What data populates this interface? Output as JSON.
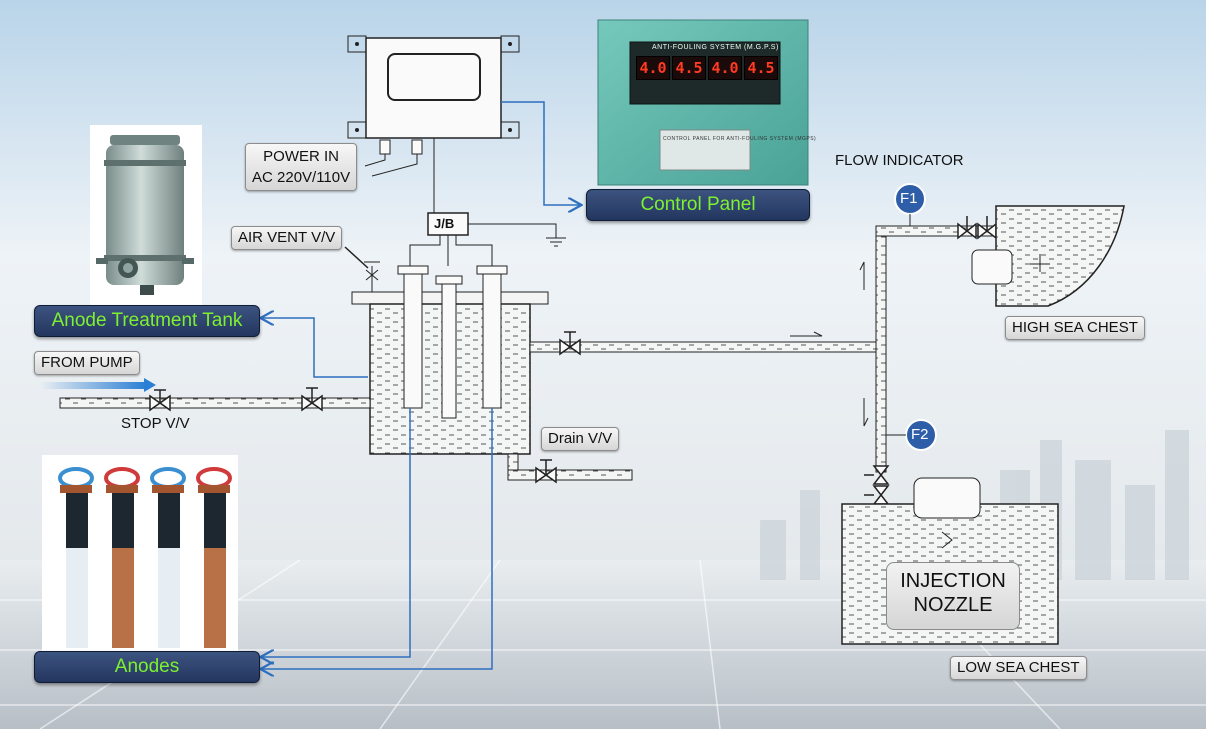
{
  "labels": {
    "power_in_line1": "POWER IN",
    "power_in_line2": "AC 220V/110V",
    "control_panel": "Control Panel",
    "panel_title": "ANTI-FOULING SYSTEM (M.G.P.S)",
    "panel_nameplate": "CONTROL PANEL FOR ANTI-FOULING SYSTEM (MGPS)",
    "junction_box": "J/B",
    "air_vent": "AIR VENT V/V",
    "anode_treatment_tank": "Anode Treatment Tank",
    "from_pump": "FROM PUMP",
    "stop_valve": "STOP V/V",
    "drain_valve": "Drain V/V",
    "flow_indicator": "FLOW INDICATOR",
    "high_sea_chest": "HIGH SEA CHEST",
    "low_sea_chest": "LOW SEA CHEST",
    "injection_nozzle_line1": "INJECTION",
    "injection_nozzle_line2": "NOZZLE",
    "anodes": "Anodes",
    "f1": "F1",
    "f2": "F2"
  },
  "panel_displays": [
    "4.0",
    "4.5",
    "4.0",
    "4.5"
  ],
  "colors": {
    "label_green": "#7df030",
    "navy": "#22365e",
    "connector_blue": "#2e6fbf",
    "water_fill": "#f3f5f5",
    "display_red": "#ff3b22",
    "panel_teal": "#5fb7ad"
  }
}
